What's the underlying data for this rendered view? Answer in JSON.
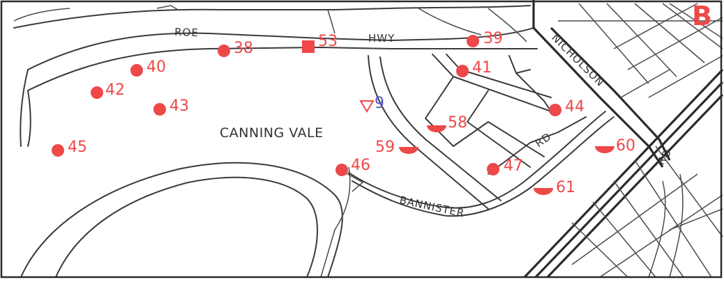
{
  "map": {
    "sheet_letter": "B",
    "place_name": "CANNING VALE",
    "marker_color": "#ee4848",
    "label_color": "#ee4848",
    "alt_label_color": "#5858c8",
    "roads": [
      {
        "key": "roe",
        "label": "ROE"
      },
      {
        "key": "hwy",
        "label": "HWY"
      },
      {
        "key": "nicholson",
        "label": "NICHOLSON"
      },
      {
        "key": "rd_left",
        "label": "RD"
      },
      {
        "key": "rd_right",
        "label": "RD"
      },
      {
        "key": "bannister",
        "label": "BANNISTER"
      }
    ],
    "sites": [
      {
        "id": "38",
        "symbol": "circle"
      },
      {
        "id": "53",
        "symbol": "square"
      },
      {
        "id": "39",
        "symbol": "circle"
      },
      {
        "id": "40",
        "symbol": "circle"
      },
      {
        "id": "41",
        "symbol": "circle"
      },
      {
        "id": "42",
        "symbol": "circle"
      },
      {
        "id": "43",
        "symbol": "circle"
      },
      {
        "id": "9",
        "symbol": "triangle-down-outline"
      },
      {
        "id": "44",
        "symbol": "circle"
      },
      {
        "id": "58",
        "symbol": "half-circle"
      },
      {
        "id": "45",
        "symbol": "circle"
      },
      {
        "id": "59",
        "symbol": "half-circle"
      },
      {
        "id": "60",
        "symbol": "half-circle"
      },
      {
        "id": "46",
        "symbol": "circle"
      },
      {
        "id": "47",
        "symbol": "circle"
      },
      {
        "id": "61",
        "symbol": "half-circle"
      }
    ]
  }
}
